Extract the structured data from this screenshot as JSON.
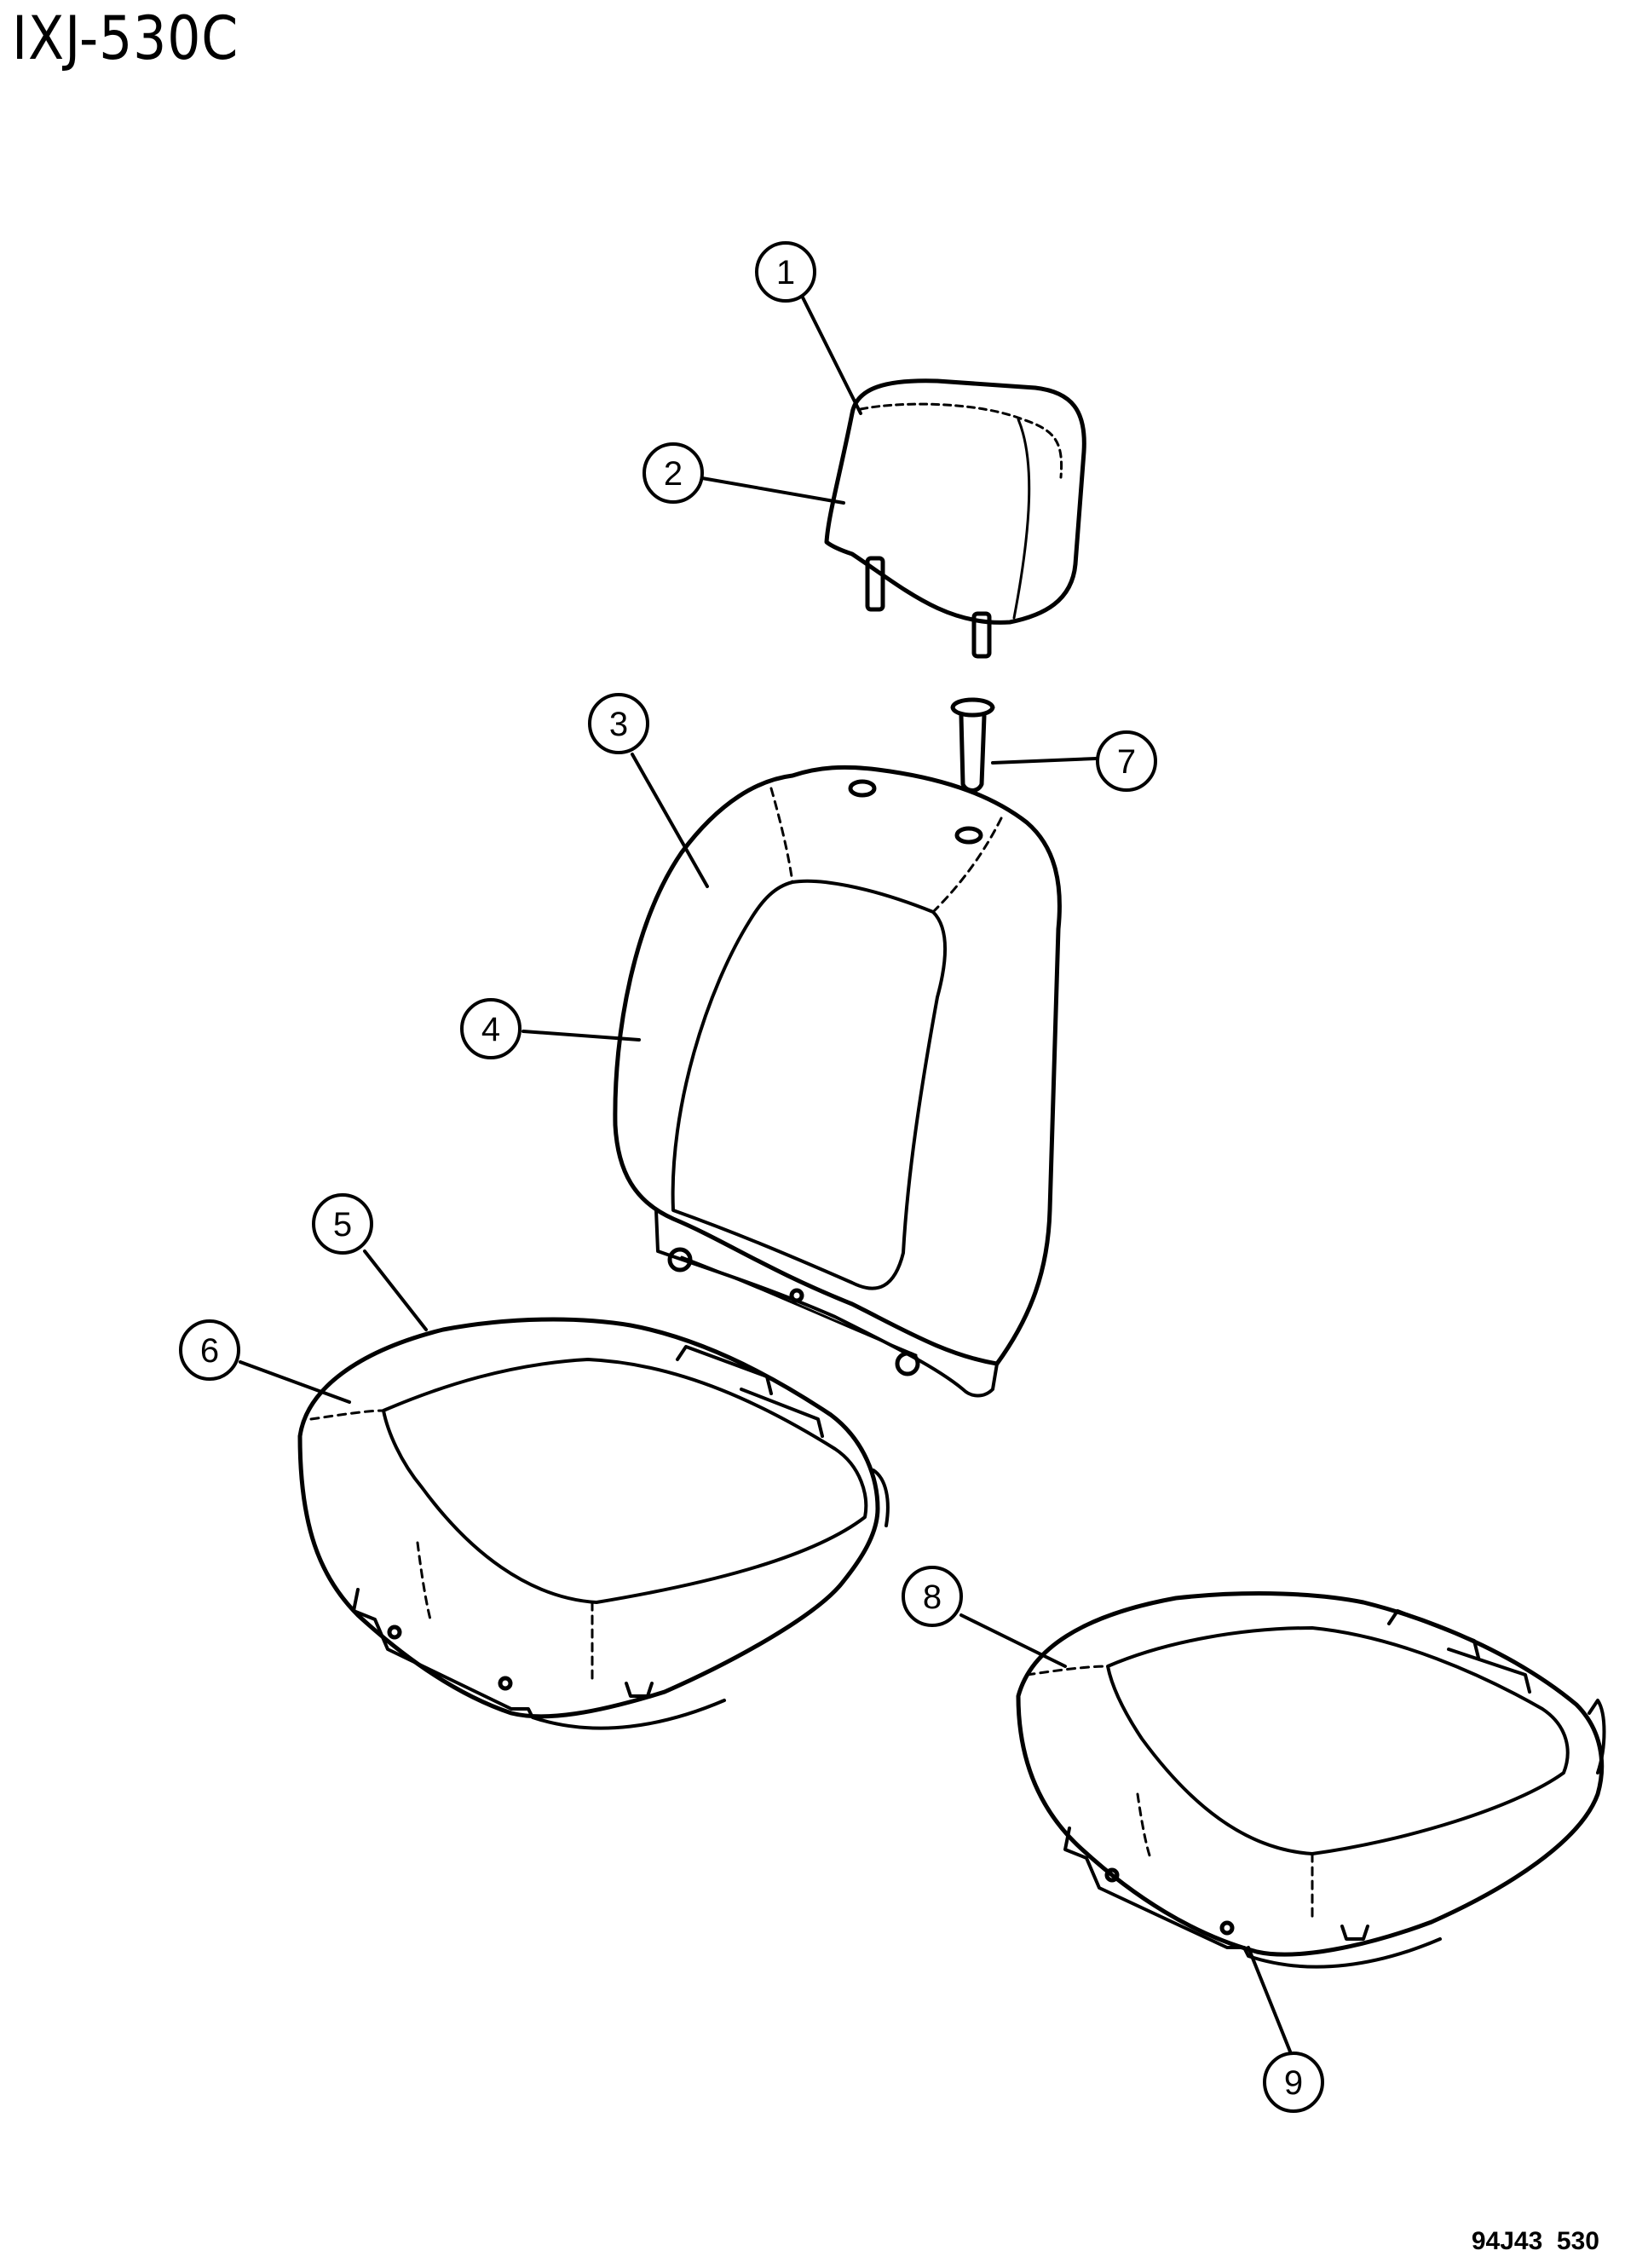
{
  "header": {
    "diagram_id": "IXJ-530C"
  },
  "footer": {
    "drawing_code": "94J43  530"
  },
  "callouts": [
    "1",
    "2",
    "3",
    "4",
    "5",
    "6",
    "7",
    "8",
    "9"
  ],
  "colors": {
    "line": "#000000",
    "background": "#ffffff"
  }
}
